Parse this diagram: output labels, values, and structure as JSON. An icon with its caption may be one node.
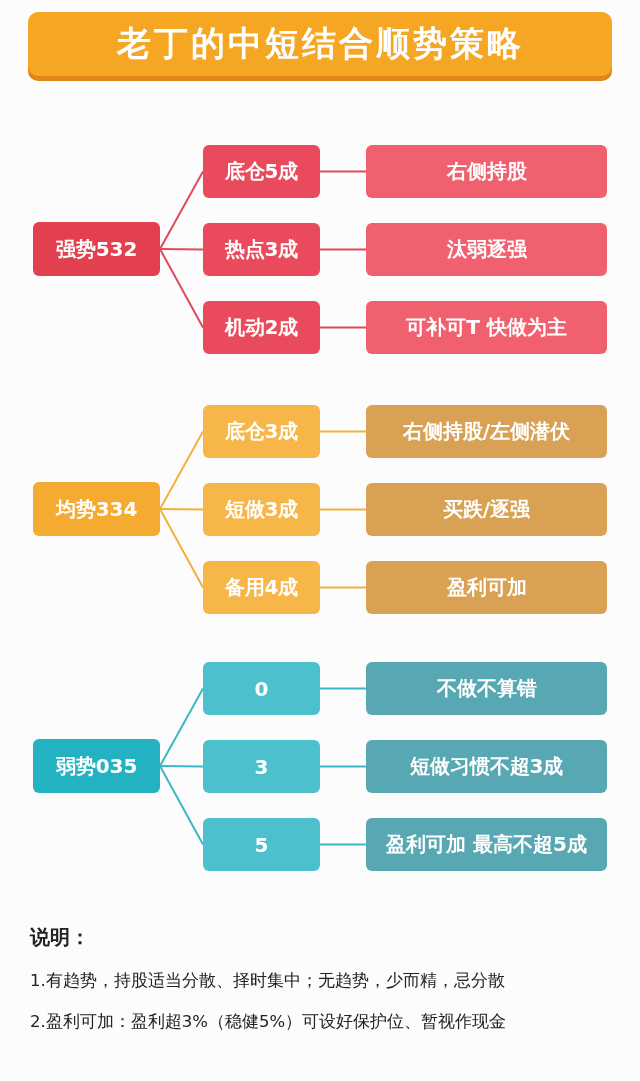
{
  "diagram": {
    "title": "老丁的中短结合顺势策略",
    "nodes": [
      {
        "text": [
          "强势532"
        ]
      },
      {
        "text": [
          "底仓5成"
        ]
      },
      {
        "text": [
          "热点3成"
        ]
      },
      {
        "text": [
          "机动2成"
        ]
      },
      {
        "text": [
          "右侧持股"
        ]
      },
      {
        "text": [
          "汰弱逐强"
        ]
      },
      {
        "text": [
          "可补可T 快做为主"
        ]
      },
      {
        "text": [
          "均势334"
        ]
      },
      {
        "text": [
          "底仓3成"
        ]
      },
      {
        "text": [
          "短做3成"
        ]
      },
      {
        "text": [
          "备用4成"
        ]
      },
      {
        "text": [
          "右侧持股/左侧潜伏"
        ]
      },
      {
        "text": [
          "买跌/逐强"
        ]
      },
      {
        "text": [
          "盈利可加"
        ]
      },
      {
        "text": [
          "弱势035"
        ]
      },
      {
        "text": [
          "0"
        ]
      },
      {
        "text": [
          "3"
        ]
      },
      {
        "text": [
          "5"
        ]
      },
      {
        "text": [
          "不做不算错"
        ]
      },
      {
        "text": [
          "短做习惯不超3成"
        ]
      },
      {
        "text": [
          "盈利可加 最高不超5成"
        ]
      }
    ],
    "edges": [
      {
        "from": 0,
        "to": 1,
        "arrow": "none",
        "color": "#e04a5a"
      },
      {
        "from": 0,
        "to": 2,
        "arrow": "none",
        "color": "#e04a5a"
      },
      {
        "from": 0,
        "to": 3,
        "arrow": "none",
        "color": "#e04a5a"
      },
      {
        "from": 1,
        "to": 4,
        "arrow": "none",
        "color": "#e04a5a"
      },
      {
        "from": 2,
        "to": 5,
        "arrow": "none",
        "color": "#e04a5a"
      },
      {
        "from": 3,
        "to": 6,
        "arrow": "none",
        "color": "#e04a5a"
      },
      {
        "from": 7,
        "to": 8,
        "arrow": "none",
        "color": "#f2b13c"
      },
      {
        "from": 7,
        "to": 9,
        "arrow": "none",
        "color": "#f2b13c"
      },
      {
        "from": 7,
        "to": 10,
        "arrow": "none",
        "color": "#f2b13c"
      },
      {
        "from": 8,
        "to": 11,
        "arrow": "none",
        "color": "#f2b13c"
      },
      {
        "from": 9,
        "to": 12,
        "arrow": "none",
        "color": "#f2b13c"
      },
      {
        "from": 10,
        "to": 13,
        "arrow": "none",
        "color": "#f2b13c"
      },
      {
        "from": 14,
        "to": 15,
        "arrow": "none",
        "color": "#3bb8c6"
      },
      {
        "from": 14,
        "to": 16,
        "arrow": "none",
        "color": "#3bb8c6"
      },
      {
        "from": 14,
        "to": 17,
        "arrow": "none",
        "color": "#3bb8c6"
      },
      {
        "from": 15,
        "to": 18,
        "arrow": "none",
        "color": "#3bb8c6"
      },
      {
        "from": 16,
        "to": 19,
        "arrow": "none",
        "color": "#3bb8c6"
      },
      {
        "from": 17,
        "to": 20,
        "arrow": "none",
        "color": "#3bb8c6"
      }
    ],
    "labels": [
      "说明：",
      "1.有趋势，持股适当分散、择时集中；无趋势，少而精，忌分散",
      "2.盈利可加：盈利超3%（稳健5%）可设好保护位、暂视作现金"
    ]
  }
}
